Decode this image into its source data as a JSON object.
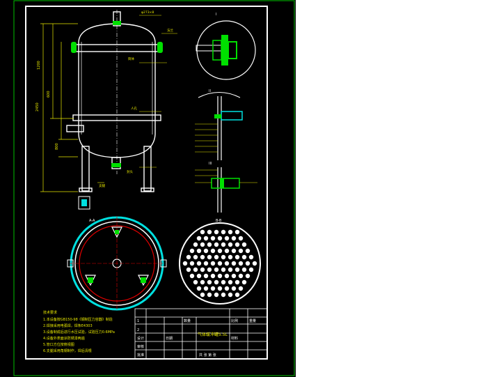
{
  "title_block": {
    "drawing_name": "气体缓冲罐5.5L",
    "scale": "比例",
    "weight": "重量",
    "sheet": "共 张 第 张",
    "material": "材料",
    "designed": "设计",
    "checked": "审核",
    "approved": "批准",
    "date": "日期",
    "qty": "数量",
    "row1": "1",
    "row2": "2"
  },
  "notes": {
    "heading": "技术要求",
    "items": [
      "1.本设备按GB150-98《钢制压力容器》制造",
      "2.焊接采用电弧焊，焊条E4303",
      "3.设备制成后进行水压试验，试验压力0.6MPa",
      "4.设备外表面涂防锈漆两遍",
      "5.管口方位按俯视图",
      "6.支腿采用角钢制作，焊后清根"
    ]
  },
  "labels": {
    "detail_a": "I",
    "detail_b": "II",
    "detail_c": "III",
    "section": "A-A",
    "section2": "B-B",
    "dims_left": [
      "1200",
      "600",
      "800",
      "2450"
    ],
    "callouts_right": [
      "φ273×8",
      "法兰",
      "筒体",
      "人孔",
      "封头",
      "支腿"
    ]
  },
  "colors": {
    "line": "#ffffff",
    "dim": "#e8e800",
    "green": "#00e000",
    "cyan": "#00e0e0",
    "red": "#e00000"
  }
}
